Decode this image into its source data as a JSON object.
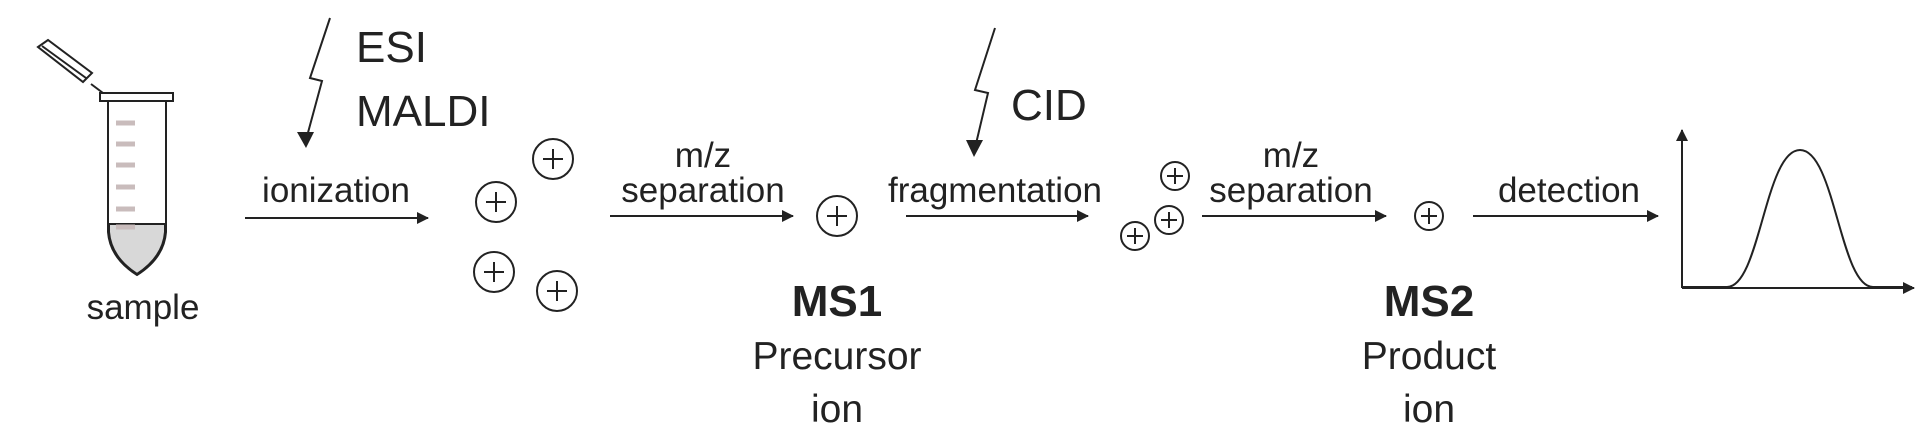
{
  "sample": {
    "label": "sample"
  },
  "ionization": {
    "methods": [
      "ESI",
      "MALDI"
    ],
    "label": "ionization"
  },
  "sep1": {
    "line1": "m/z",
    "line2": "separation"
  },
  "ms1": {
    "title": "MS1",
    "line1": "Precursor",
    "line2": "ion"
  },
  "fragmentation": {
    "method": "CID",
    "label": "fragmentation"
  },
  "sep2": {
    "line1": "m/z",
    "line2": "separation"
  },
  "ms2": {
    "title": "MS2",
    "line1": "Product",
    "line2": "ion"
  },
  "detection": {
    "label": "detection"
  },
  "colors": {
    "stroke": "#222222",
    "tube_fill": "#d8d8d8",
    "tube_marks": "#c9bcbc"
  },
  "icons": [
    "sample-tube-icon",
    "lightning-icon",
    "plus-ion-icon",
    "arrow-icon",
    "spectrum-peak-icon"
  ]
}
